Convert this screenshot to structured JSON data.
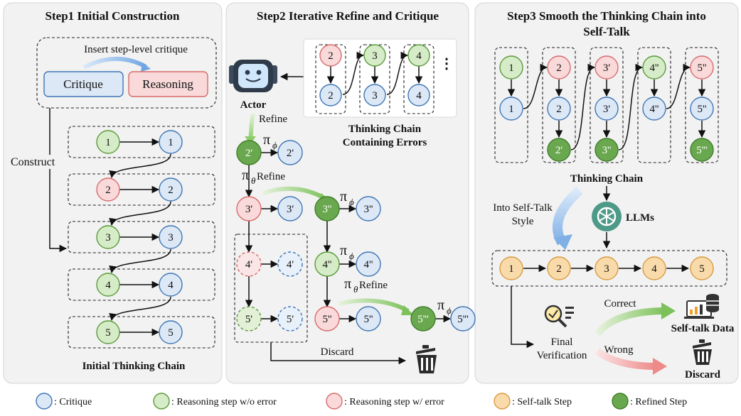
{
  "step1": {
    "title": "Step1 Initial Construction",
    "insert_label": "Insert step-level critique",
    "critique_box": "Critique",
    "reasoning_box": "Reasoning",
    "construct_label": "Construct",
    "caption": "Initial Thinking Chain",
    "rows": [
      {
        "left": "1",
        "right": "1",
        "left_type": "reasoning"
      },
      {
        "left": "2",
        "right": "2",
        "left_type": "error"
      },
      {
        "left": "3",
        "right": "3",
        "left_type": "reasoning"
      },
      {
        "left": "4",
        "right": "4",
        "left_type": "reasoning"
      },
      {
        "left": "5",
        "right": "5",
        "left_type": "reasoning"
      }
    ]
  },
  "step2": {
    "title": "Step2 Iterative Refine and Critique",
    "actor_label": "Actor",
    "refine_label": "Refine",
    "pi_theta_refine_1": "π",
    "pi_theta_refine_2": "π",
    "pi_phi": "π",
    "sub_phi": "ϕ",
    "sub_theta": "θ",
    "refine_word": "Refine",
    "chain_caption_1": "Thinking Chain",
    "chain_caption_2": "Containing Errors",
    "discard_label": "Discard",
    "ellipsis": "⋮",
    "chain_nodes": {
      "c2_top": "2",
      "c2_bot": "2",
      "c3_top": "3",
      "c3_bot": "3",
      "c4_top": "4",
      "c4_bot": "4"
    },
    "nodes": {
      "r2p": "2'",
      "c2p": "2'",
      "e3p": "3'",
      "c3p": "3'",
      "r3pp": "3''",
      "c3pp": "3''",
      "e4p": "4'",
      "c4p": "4'",
      "r4pp": "4''",
      "c4pp": "4''",
      "r5p": "5'",
      "c5p": "5'",
      "e5pp": "5''",
      "c5pp": "5''",
      "r5ppp": "5'''",
      "c5ppp": "5'''"
    }
  },
  "step3": {
    "title_line1": "Step3 Smooth the Thinking Chain into",
    "title_line2": "Self-Talk",
    "chain_caption": "Thinking Chain",
    "into_line1": "Into Self-Talk",
    "into_line2": "Style",
    "llms_label": "LLMs",
    "columns": [
      {
        "top": "1",
        "mid": "1"
      },
      {
        "top": "2",
        "mid": "2",
        "bot": "2'"
      },
      {
        "top": "3'",
        "mid": "3'",
        "bot": "3''"
      },
      {
        "top": "4''",
        "mid": "4''"
      },
      {
        "top": "5''",
        "mid": "5''",
        "bot": "5'''"
      }
    ],
    "self_talk_steps": [
      "1",
      "2",
      "3",
      "4",
      "5"
    ],
    "final_verification_1": "Final",
    "final_verification_2": "Verification",
    "correct_label": "Correct",
    "wrong_label": "Wrong",
    "self_talk_data": "Self-talk Data",
    "discard_label": "Discard"
  },
  "legend": [
    {
      "label": ": Critique",
      "type": "critique"
    },
    {
      "label": ": Reasoning step w/o error",
      "type": "reasoning"
    },
    {
      "label": ": Reasoning step w/ error",
      "type": "error"
    },
    {
      "label": ": Self-talk Step",
      "type": "self"
    },
    {
      "label": ": Refined Step",
      "type": "refined"
    }
  ]
}
